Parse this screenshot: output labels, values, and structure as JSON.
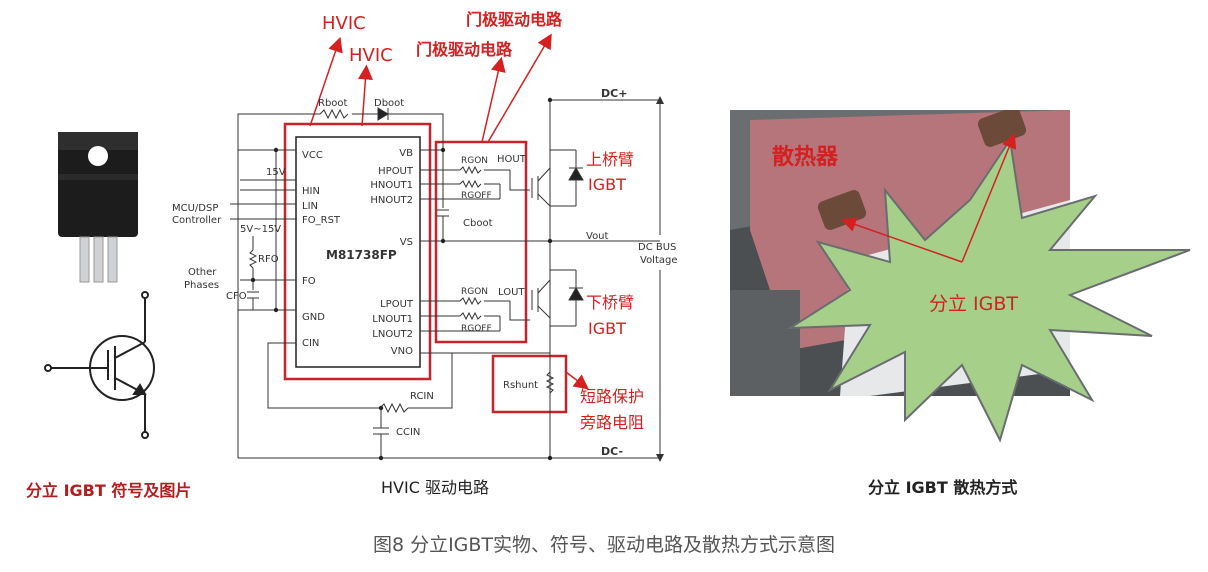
{
  "colors": {
    "red": "#d42020",
    "schematic": "#333333",
    "caption": "#555555",
    "star_fill": "#a6d08a",
    "star_stroke": "#6a6d70"
  },
  "left_panel": {
    "caption": "分立 IGBT 符号及图片"
  },
  "center_panel": {
    "caption": "HVIC 驱动电路",
    "labels": {
      "hvic_1": "HVIC",
      "hvic_2": "HVIC",
      "gate_1": "门极驱动电路",
      "gate_2": "门极驱动电路",
      "rboot": "Rboot",
      "dboot": "Dboot",
      "dc_plus": "DC+",
      "dc_minus": "DC-",
      "upper_arm": "上桥臂",
      "upper_igbt": "IGBT",
      "lower_arm": "下桥臂",
      "lower_igbt": "IGBT",
      "short_1": "短路保护",
      "short_2": "旁路电阻",
      "mcu_1": "MCU/DSP",
      "mcu_2": "Controller",
      "other_1": "Other",
      "other_2": "Phases",
      "v515": "5V~15V",
      "v15": "15V",
      "rfo": "RFO",
      "cfo": "CFO",
      "chip": "M81738FP",
      "pins_left": [
        "VCC",
        "HIN",
        "LIN",
        "FO_RST",
        "FO",
        "GND",
        "CIN"
      ],
      "pins_right": [
        "VB",
        "HPOUT",
        "HNOUT1",
        "HNOUT2",
        "VS",
        "LPOUT",
        "LNOUT1",
        "LNOUT2",
        "VNO"
      ],
      "rgon_1": "RGON",
      "rgoff_1": "RGOFF",
      "rgon_2": "RGON",
      "rgoff_2": "RGOFF",
      "hout": "HOUT",
      "lout": "LOUT",
      "cboot": "Cboot",
      "vout": "Vout",
      "dcbus_1": "DC BUS",
      "dcbus_2": "Voltage",
      "rshunt": "Rshunt",
      "rcin": "RCIN",
      "ccin": "CCIN"
    }
  },
  "right_panel": {
    "caption": "分立 IGBT 散热方式",
    "heatsink": "散热器",
    "star_label": "分立 IGBT"
  },
  "figure_caption": "图8  分立IGBT实物、符号、驱动电路及散热方式示意图"
}
